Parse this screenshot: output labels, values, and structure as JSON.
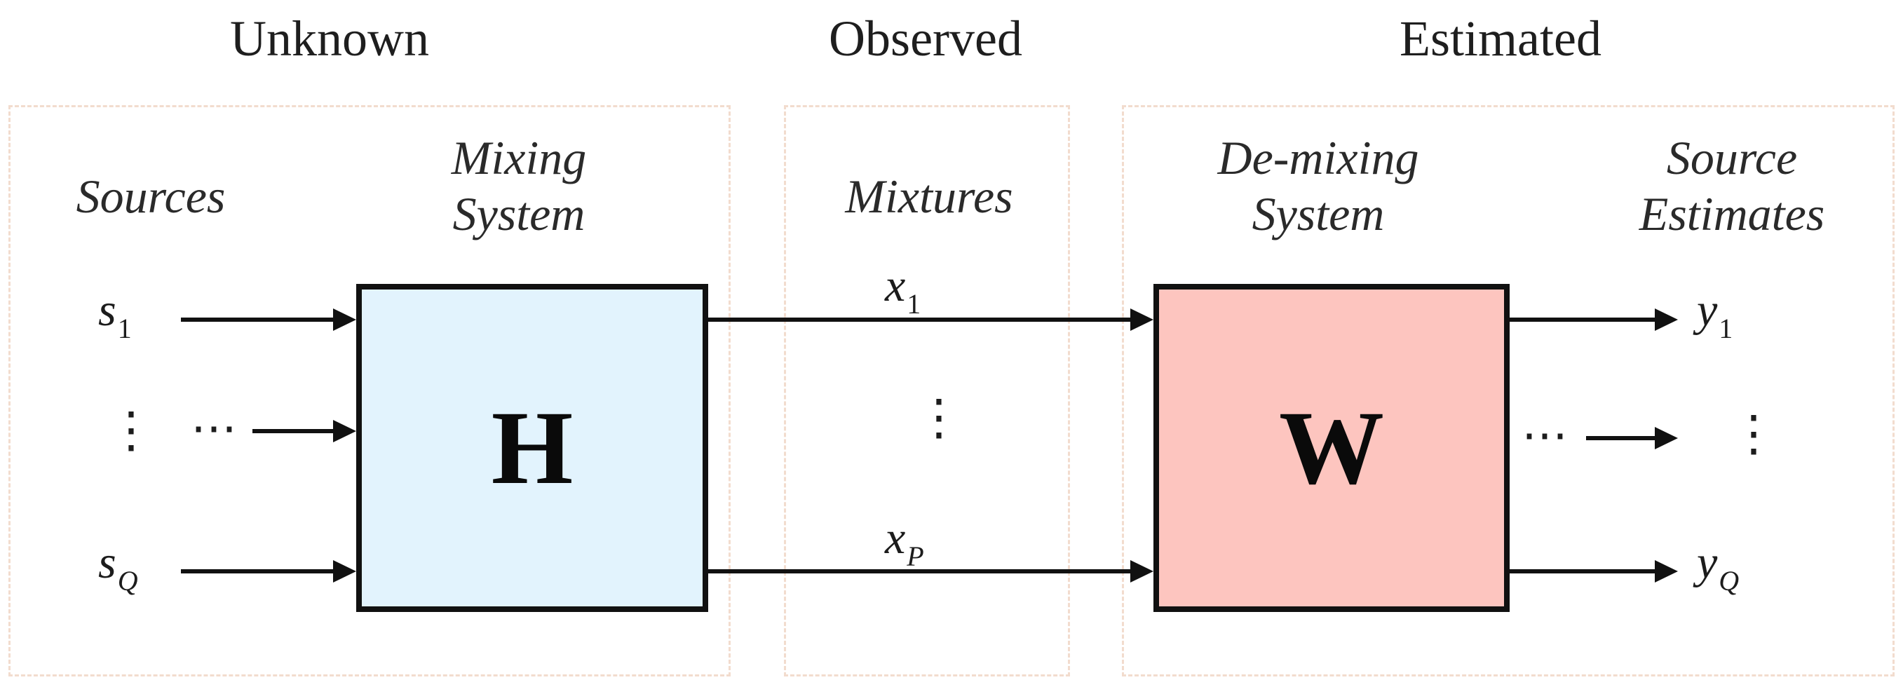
{
  "headers": {
    "unknown": "Unknown",
    "observed": "Observed",
    "estimated": "Estimated"
  },
  "labels": {
    "sources": "Sources",
    "mixing_line1": "Mixing",
    "mixing_line2": "System",
    "mixtures": "Mixtures",
    "demixing_line1": "De-mixing",
    "demixing_line2": "System",
    "estimates_line1": "Source",
    "estimates_line2": "Estimates"
  },
  "blocks": {
    "mixing": {
      "letter": "H",
      "fill": "#e2f3fd"
    },
    "demixing": {
      "letter": "W",
      "fill": "#fdc5bf"
    }
  },
  "variables": {
    "s_first": {
      "base": "s",
      "sub": "1"
    },
    "s_last": {
      "base": "s",
      "sub": "Q"
    },
    "x_first": {
      "base": "x",
      "sub": "1"
    },
    "x_last": {
      "base": "x",
      "sub": "P"
    },
    "y_first": {
      "base": "y",
      "sub": "1"
    },
    "y_last": {
      "base": "y",
      "sub": "Q"
    }
  },
  "symbols": {
    "vdots": "⋮",
    "hdots": "⋯"
  },
  "colors": {
    "dashed_border": "#f2dcce",
    "stroke": "#111111"
  }
}
